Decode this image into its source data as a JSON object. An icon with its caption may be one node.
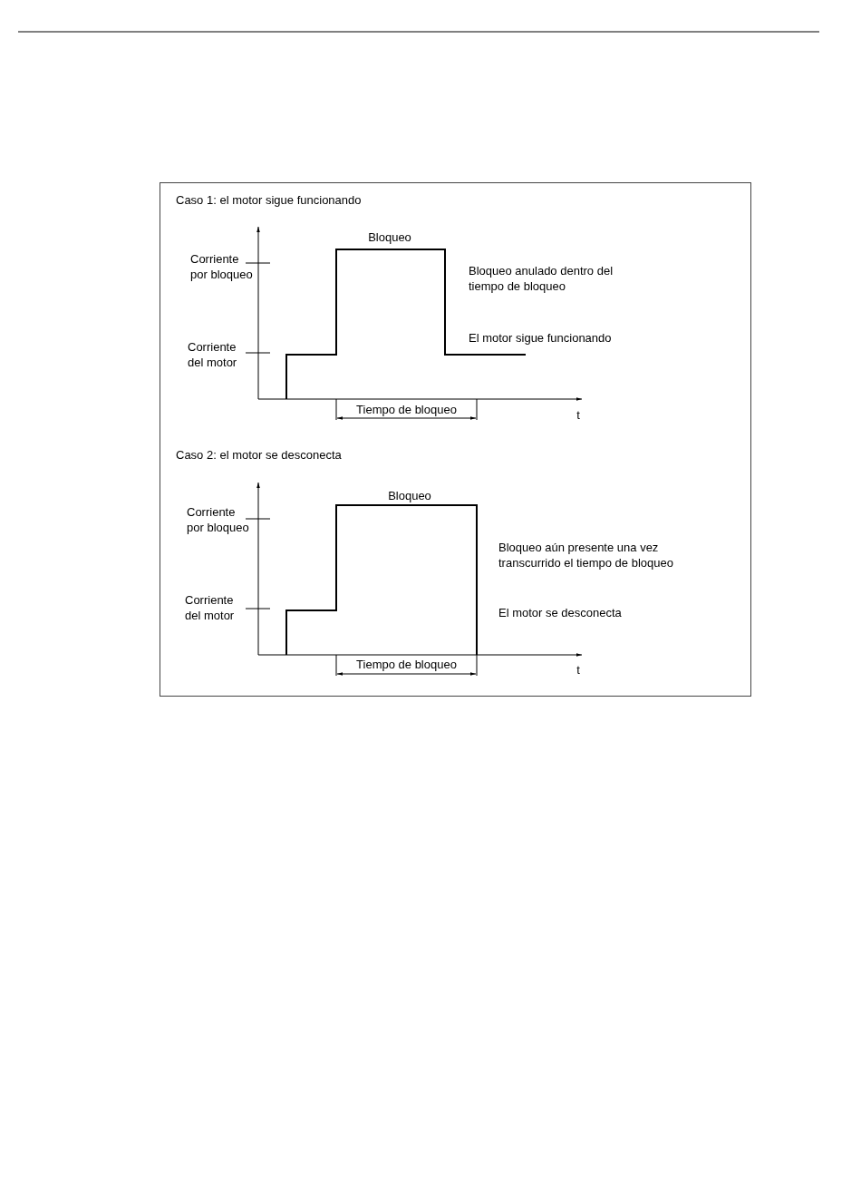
{
  "diagram": {
    "labels": [
      "Caso 1: el motor sigue funcionando",
      "Bloqueo",
      "Corriente por bloqueo",
      "Bloqueo anulado dentro del tiempo de bloqueo",
      "El motor sigue funcionando",
      "Corriente del motor",
      "Tiempo de bloqueo",
      "t",
      "Caso 2: el motor se desconecta",
      "Bloqueo",
      "Corriente por bloqueo",
      "Bloqueo aún presente una vez transcurrido el tiempo de bloqueo",
      "Corriente del motor",
      "El motor se desconecta",
      "Tiempo de bloqueo",
      "t"
    ]
  }
}
